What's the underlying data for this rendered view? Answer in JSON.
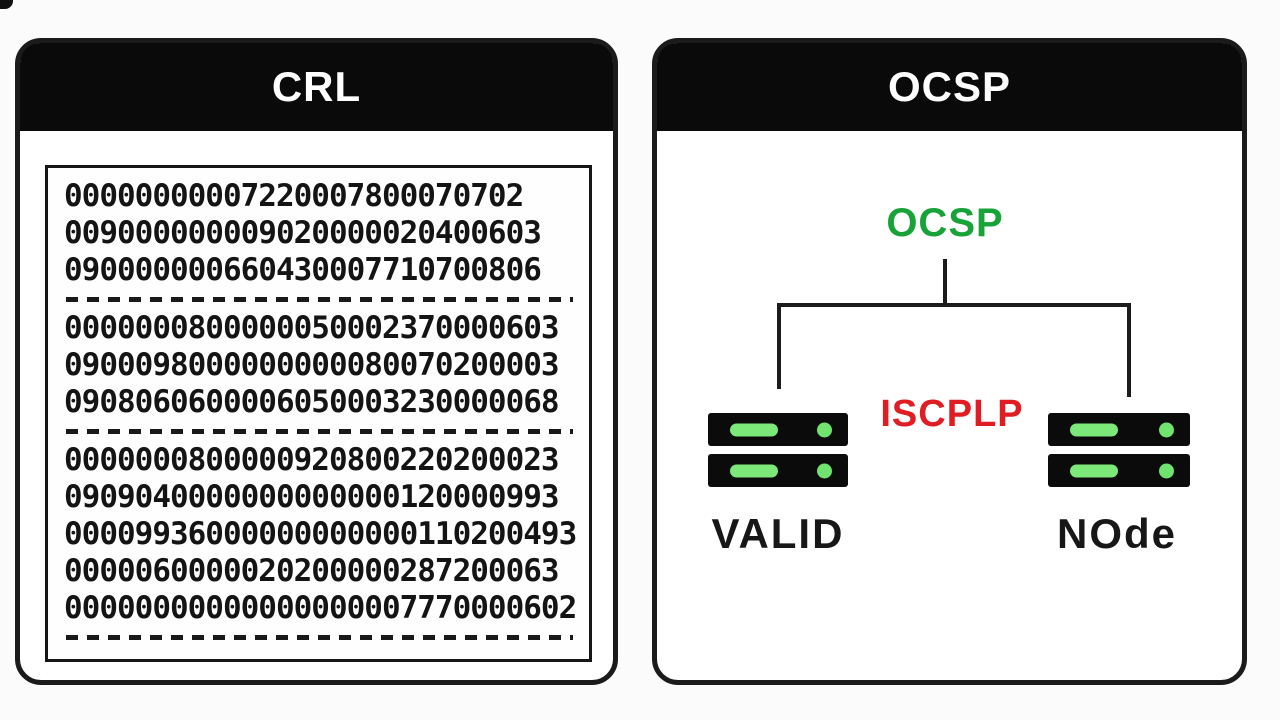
{
  "crl_panel": {
    "title": "CRL",
    "rows": [
      "00000000007220007800070702",
      "009000000009020000020400603",
      "090000000660430007710700806",
      "0000000800000050002370000603",
      "0900098000000000080070200003",
      "0908060600006050003230000068",
      "0000000800000920800220200023",
      "0909040000000000000120000993",
      "00009936000000000000110200493",
      "0000060000020200000287200063",
      "00000000000000000007770000602"
    ]
  },
  "ocsp_panel": {
    "title": "OCSP",
    "tree": {
      "root_label": "OCSP",
      "center_label": "ISCPLP",
      "left_node_label": "VALID",
      "right_node_label": "NOde",
      "left_node_icon": "server-icon",
      "right_node_icon": "server-icon"
    }
  },
  "colors": {
    "header_bg": "#0a0a0a",
    "panel_border": "#1b1b1b",
    "root_green": "#17a337",
    "alert_red": "#e01d23",
    "led_green": "#7ce87a",
    "ink": "#141414"
  }
}
